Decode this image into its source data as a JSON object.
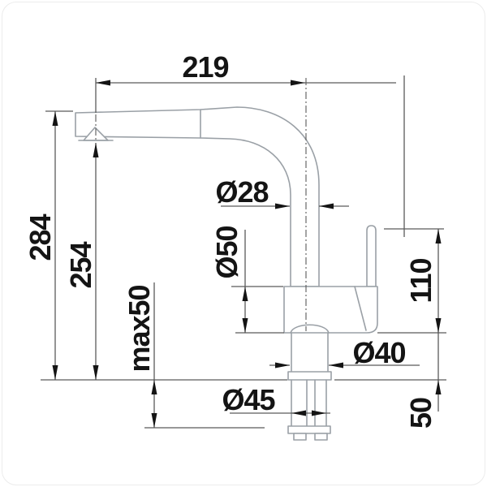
{
  "drawing": {
    "kind": "technical-dimension-drawing",
    "subject": "kitchen faucet side view with mounting shank",
    "units_shown": "mm",
    "labels": {
      "reach": "219",
      "height_total": "284",
      "height_spout": "254",
      "counter_max": "max50",
      "body_dia": "Ø50",
      "pipe_dia": "Ø28",
      "lever_height": "110",
      "base_dia": "Ø40",
      "shank_dia": "Ø45",
      "shank_len": "50"
    },
    "colors": {
      "background": "#ffffff",
      "frame": "#ececec",
      "outline": "#9aa0a6",
      "dimension": "#5a5a5a",
      "ink": "#141414"
    }
  }
}
